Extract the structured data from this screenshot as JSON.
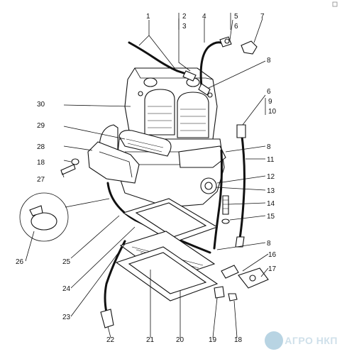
{
  "diagram": {
    "callouts": {
      "c1": "1",
      "c2": "2",
      "c3": "3",
      "c4": "4",
      "c5": "5",
      "c6a": "6",
      "c7": "7",
      "c8a": "8",
      "c6b": "6",
      "c9": "9",
      "c10": "10",
      "c30": "30",
      "c29": "29",
      "c28": "28",
      "c8b": "8",
      "c11": "11",
      "c18a": "18",
      "c27": "27",
      "c12": "12",
      "c13": "13",
      "c14": "14",
      "c15": "15",
      "c26": "26",
      "c25": "25",
      "c8c": "8",
      "c16": "16",
      "c17": "17",
      "c24": "24",
      "c23": "23",
      "c22": "22",
      "c21": "21",
      "c20": "20",
      "c19": "19",
      "c18b": "18"
    }
  },
  "logo": {
    "text": "АГРО НКП"
  },
  "colors": {
    "ink": "#111111",
    "logo_mark": "#b8d4e3"
  }
}
